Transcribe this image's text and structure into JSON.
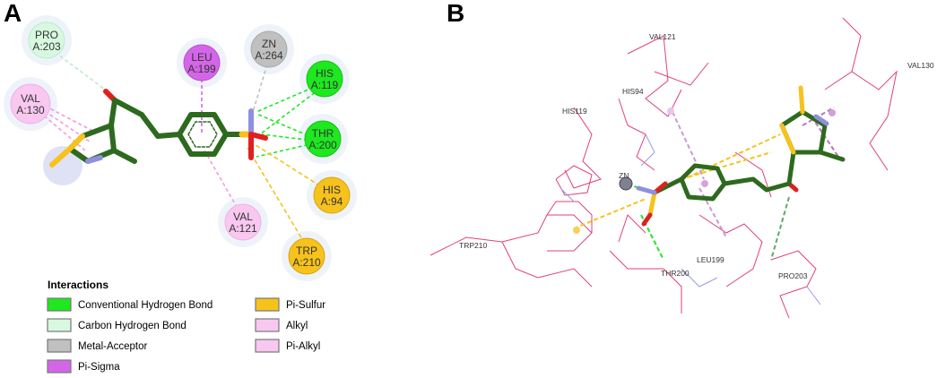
{
  "panels": [
    {
      "letter": "A"
    },
    {
      "letter": "B"
    }
  ],
  "colors": {
    "conventional_hbond": "#1ee81e",
    "carbon_hbond": "#d8f8e0",
    "metal_acceptor": "#c0c0c0",
    "pi_sigma": "#d565e8",
    "pi_sulfur": "#f6c21c",
    "alkyl": "#f8c8f0",
    "pi_alkyl": "#f8c8f0",
    "ligand_bond": "#2d6a1e",
    "protein_stick": "#e0407a"
  },
  "residues_2d": [
    {
      "id": "pro203",
      "line1": "PRO",
      "line2": "A:203",
      "type": "carbon_hbond"
    },
    {
      "id": "val130",
      "line1": "VAL",
      "line2": "A:130",
      "type": "pi_alkyl"
    },
    {
      "id": "leu199",
      "line1": "LEU",
      "line2": "A:199",
      "type": "pi_sigma"
    },
    {
      "id": "zn264",
      "line1": "ZN",
      "line2": "A:264",
      "type": "metal_acceptor"
    },
    {
      "id": "his119",
      "line1": "HIS",
      "line2": "A:119",
      "type": "conventional_hbond"
    },
    {
      "id": "thr200",
      "line1": "THR",
      "line2": "A:200",
      "type": "conventional_hbond"
    },
    {
      "id": "his94",
      "line1": "HIS",
      "line2": "A:94",
      "type": "pi_sulfur"
    },
    {
      "id": "val121",
      "line1": "VAL",
      "line2": "A:121",
      "type": "pi_alkyl"
    },
    {
      "id": "trp210",
      "line1": "TRP",
      "line2": "A:210",
      "type": "pi_sulfur"
    }
  ],
  "legend": {
    "title": "Interactions",
    "items": [
      {
        "label": "Conventional Hydrogen Bond",
        "color": "#1ee81e"
      },
      {
        "label": "Carbon Hydrogen Bond",
        "color": "#d8f8e0"
      },
      {
        "label": "Metal-Acceptor",
        "color": "#c0c0c0"
      },
      {
        "label": "Pi-Sigma",
        "color": "#d565e8"
      },
      {
        "label": "Pi-Sulfur",
        "color": "#f6c21c"
      },
      {
        "label": "Alkyl",
        "color": "#f8c8f0"
      },
      {
        "label": "Pi-Alkyl",
        "color": "#f8c8f0"
      }
    ]
  },
  "labels_3d": [
    {
      "id": "val121",
      "text": "VAL121"
    },
    {
      "id": "val130",
      "text": "VAL130"
    },
    {
      "id": "his94",
      "text": "HIS94"
    },
    {
      "id": "his119",
      "text": "HIS119"
    },
    {
      "id": "zn",
      "text": "ZN"
    },
    {
      "id": "trp210",
      "text": "TRP210"
    },
    {
      "id": "thr200",
      "text": "THR200"
    },
    {
      "id": "leu199",
      "text": "LEU199"
    },
    {
      "id": "pro203",
      "text": "PRO203"
    }
  ]
}
